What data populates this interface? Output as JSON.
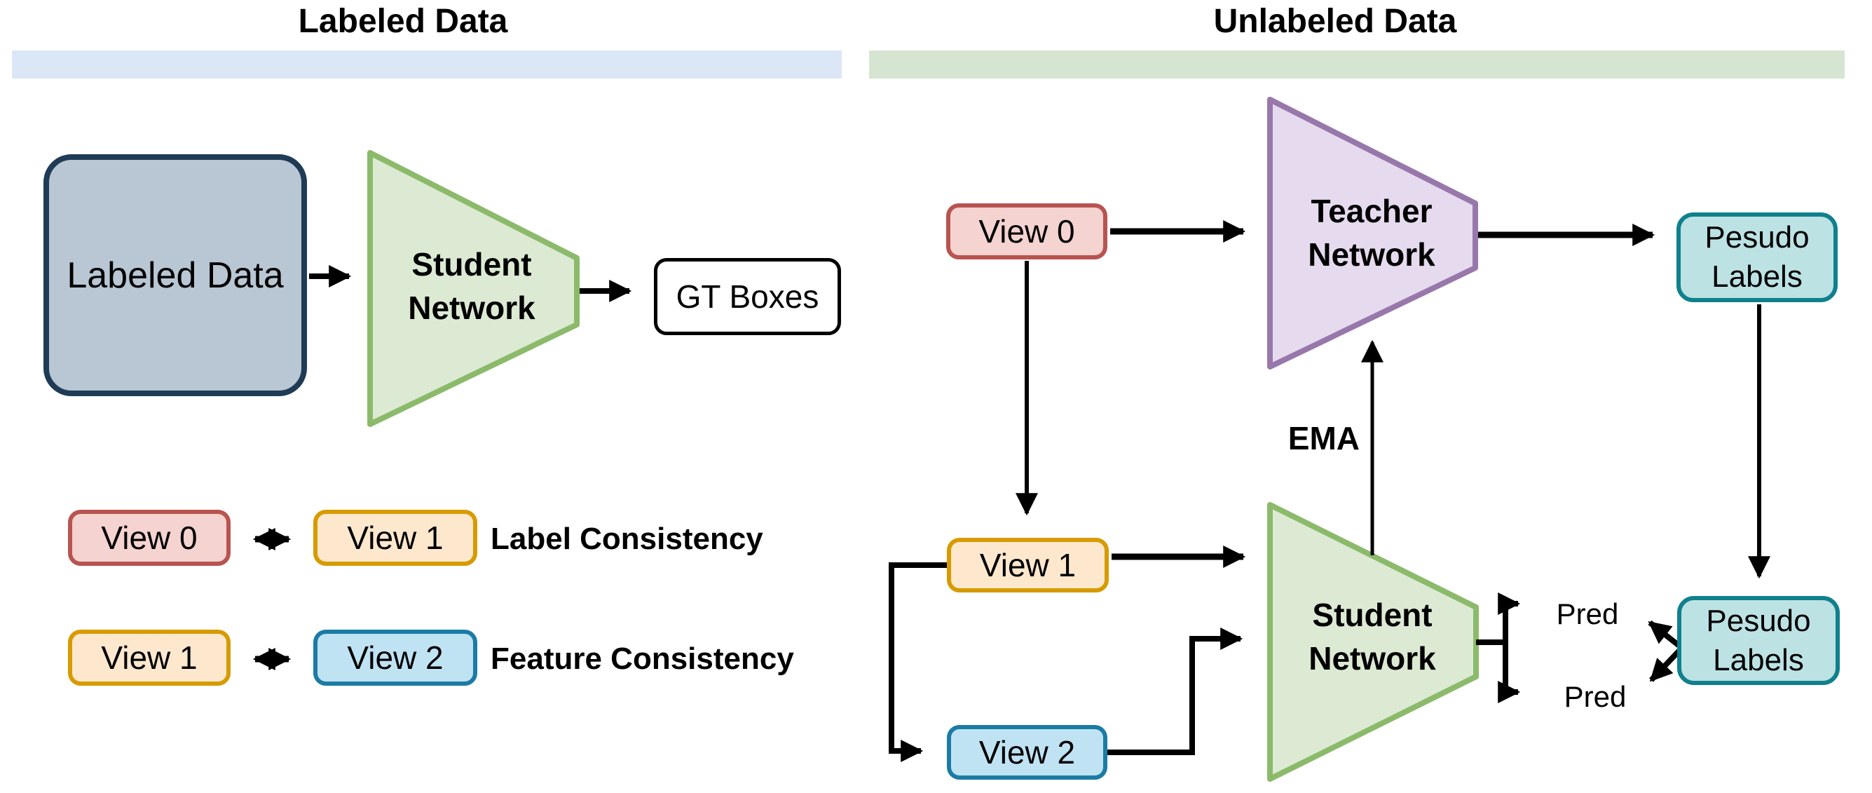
{
  "left_panel": {
    "title": "Labeled Data",
    "data_box": "Labeled Data",
    "student_network": "Student Network",
    "gt_boxes": "GT Boxes",
    "legend": [
      {
        "box_a": "View 0",
        "box_b": "View 1",
        "label": "Label Consistency"
      },
      {
        "box_a": "View 1",
        "box_b": "View 2",
        "label": "Feature Consistency"
      }
    ]
  },
  "right_panel": {
    "title": "Unlabeled Data",
    "view0": "View 0",
    "view1": "View 1",
    "view2": "View 2",
    "teacher_network": "Teacher Network",
    "student_network": "Student Network",
    "pseudo_labels_top": "Pesudo Labels",
    "pseudo_labels_bottom": "Pesudo Labels",
    "ema_label": "EMA",
    "pred_top": "Pred",
    "pred_bottom": "Pred"
  },
  "colors": {
    "labeled_band": "#dbe7f7",
    "unlabeled_band": "#d6e4d2",
    "data_box_fill": "#b9c7d4",
    "data_box_border": "#1f3b55",
    "student_fill": "#dcead3",
    "student_border": "#8cba6b",
    "teacher_fill": "#e6dbee",
    "teacher_border": "#9878ab",
    "view0_fill": "#f4d3d0",
    "view0_border": "#b85450",
    "view1_fill": "#fde8ce",
    "view1_border": "#d79b00",
    "view2_fill": "#c0e3f4",
    "view2_border": "#1c7ba5",
    "pseudo_fill": "#bce2e4",
    "pseudo_border": "#10808d",
    "arrow": "#000000"
  }
}
